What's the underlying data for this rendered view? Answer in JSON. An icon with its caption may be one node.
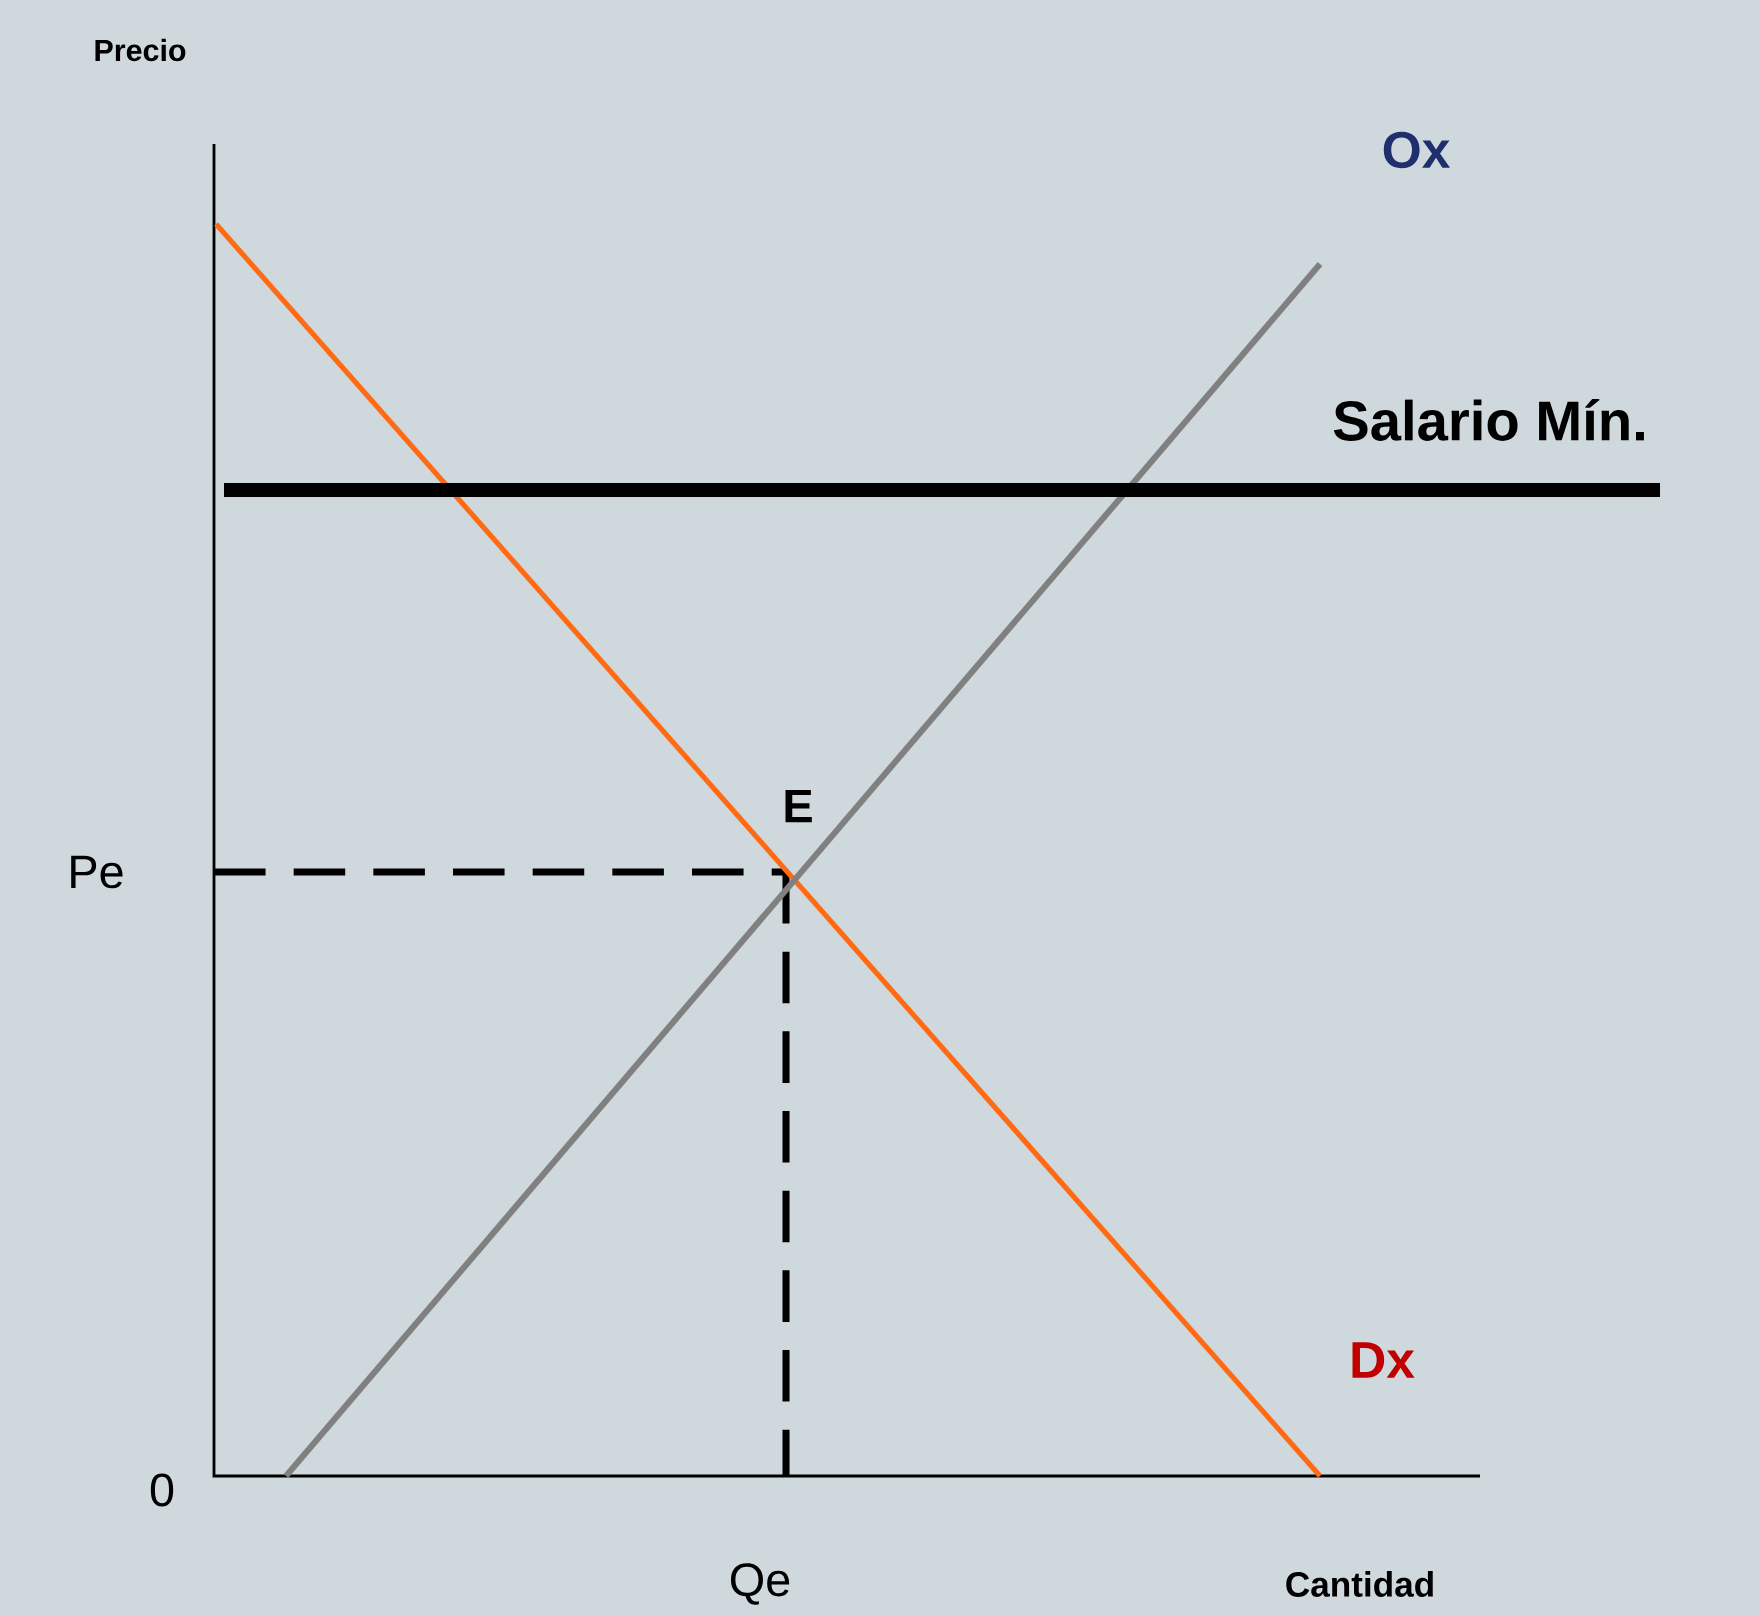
{
  "diagram": {
    "labels": [
      "Precio",
      "Ox",
      "Salario Mín.",
      "E",
      "Pe",
      "Dx",
      "0",
      "Qe",
      "Cantidad"
    ]
  }
}
